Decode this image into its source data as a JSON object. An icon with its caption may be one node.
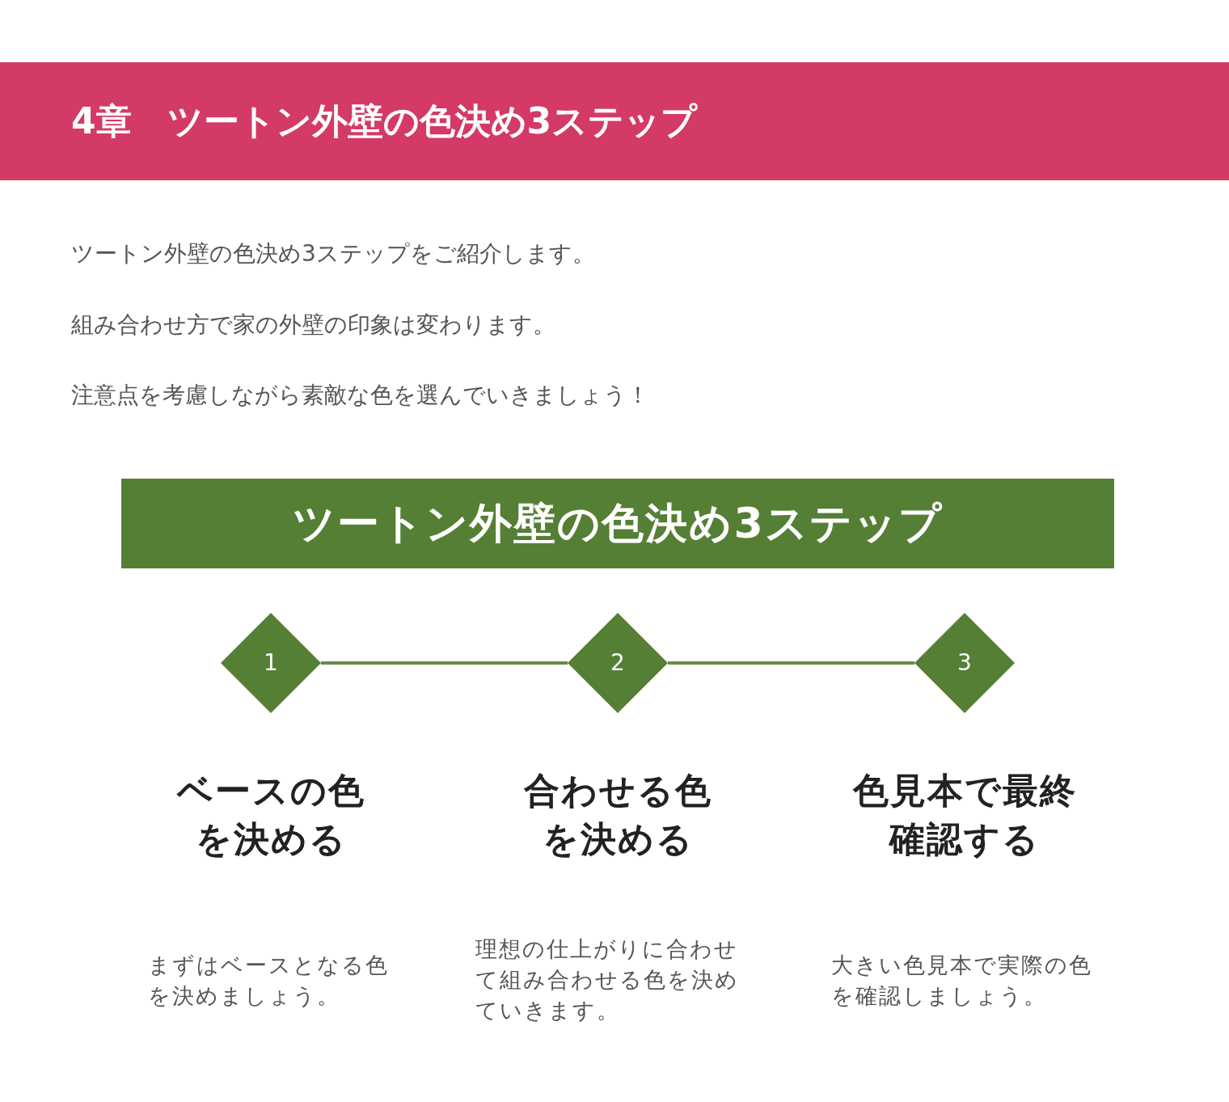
{
  "diagram": {
    "title": "4章　ツートン外壁の色決め3ステップ",
    "nodes": [
      {
        "text": [
          "ツートン外壁の色決め3ステップ"
        ]
      },
      {
        "text": [
          "1"
        ],
        "beside": [
          "ベースの色を決める"
        ]
      },
      {
        "text": [
          "2"
        ],
        "beside": [
          "合わせる色を決める"
        ]
      },
      {
        "text": [
          "3"
        ],
        "beside": [
          "色見本で最終確認する"
        ]
      }
    ],
    "edges": [
      {
        "from": 1,
        "to": 2,
        "arrow": "none"
      },
      {
        "from": 2,
        "to": 3,
        "arrow": "none"
      }
    ],
    "labels": [
      "ツートン外壁の色決め3ステップをご紹介します。",
      "組み合わせ方で家の外壁の印象は変わります。",
      "注意点を考慮しながら素敵な色を選んでいきましょう！",
      "まずはベースとなる色を決めましょう。",
      "理想の仕上がりに合わせて組み合わせる色を決めていきます。",
      "大きい色見本で実際の色を確認しましょう。"
    ]
  }
}
